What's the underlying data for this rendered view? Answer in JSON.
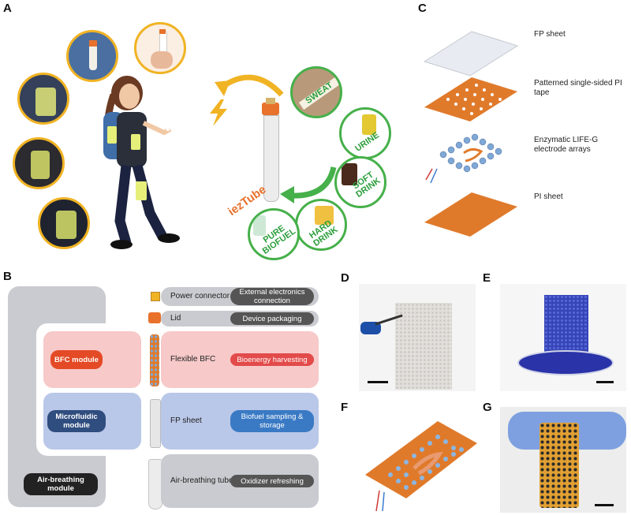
{
  "panels": {
    "a": "A",
    "b": "B",
    "c": "C",
    "d": "D",
    "e": "E",
    "f": "F",
    "g": "G"
  },
  "panel_a": {
    "device_name": "iezTube",
    "biofuels": [
      "SWEAT",
      "URINE",
      "SOFT DRINK",
      "HARD DRINK",
      "PURE BIOFUEL"
    ]
  },
  "panel_c": {
    "layers": [
      "FP sheet",
      "Patterned single-sided PI tape",
      "Enzymatic LIFE-G electrode arrays",
      "PI sheet"
    ]
  },
  "panel_b": {
    "rows": [
      {
        "label": "Power connector",
        "pill": "External electronics connection"
      },
      {
        "label": "Lid",
        "pill": "Device packaging"
      },
      {
        "label": "Flexible BFC",
        "pill": "Bioenergy harvesting"
      },
      {
        "label": "FP sheet",
        "pill": "Biofuel sampling & storage"
      },
      {
        "label": "Air-breathing tube",
        "pill": "Oxidizer refreshing"
      }
    ],
    "modules": [
      "BFC module",
      "Microfluidic module",
      "Air-breathing module"
    ]
  },
  "colors": {
    "yellow": "#f0b323",
    "green": "#46b04a",
    "orange": "#e8712c",
    "bfc_pink": "#f7c9c9",
    "micro_blue": "#b9c7e8",
    "gray": "#c9cbd0"
  }
}
